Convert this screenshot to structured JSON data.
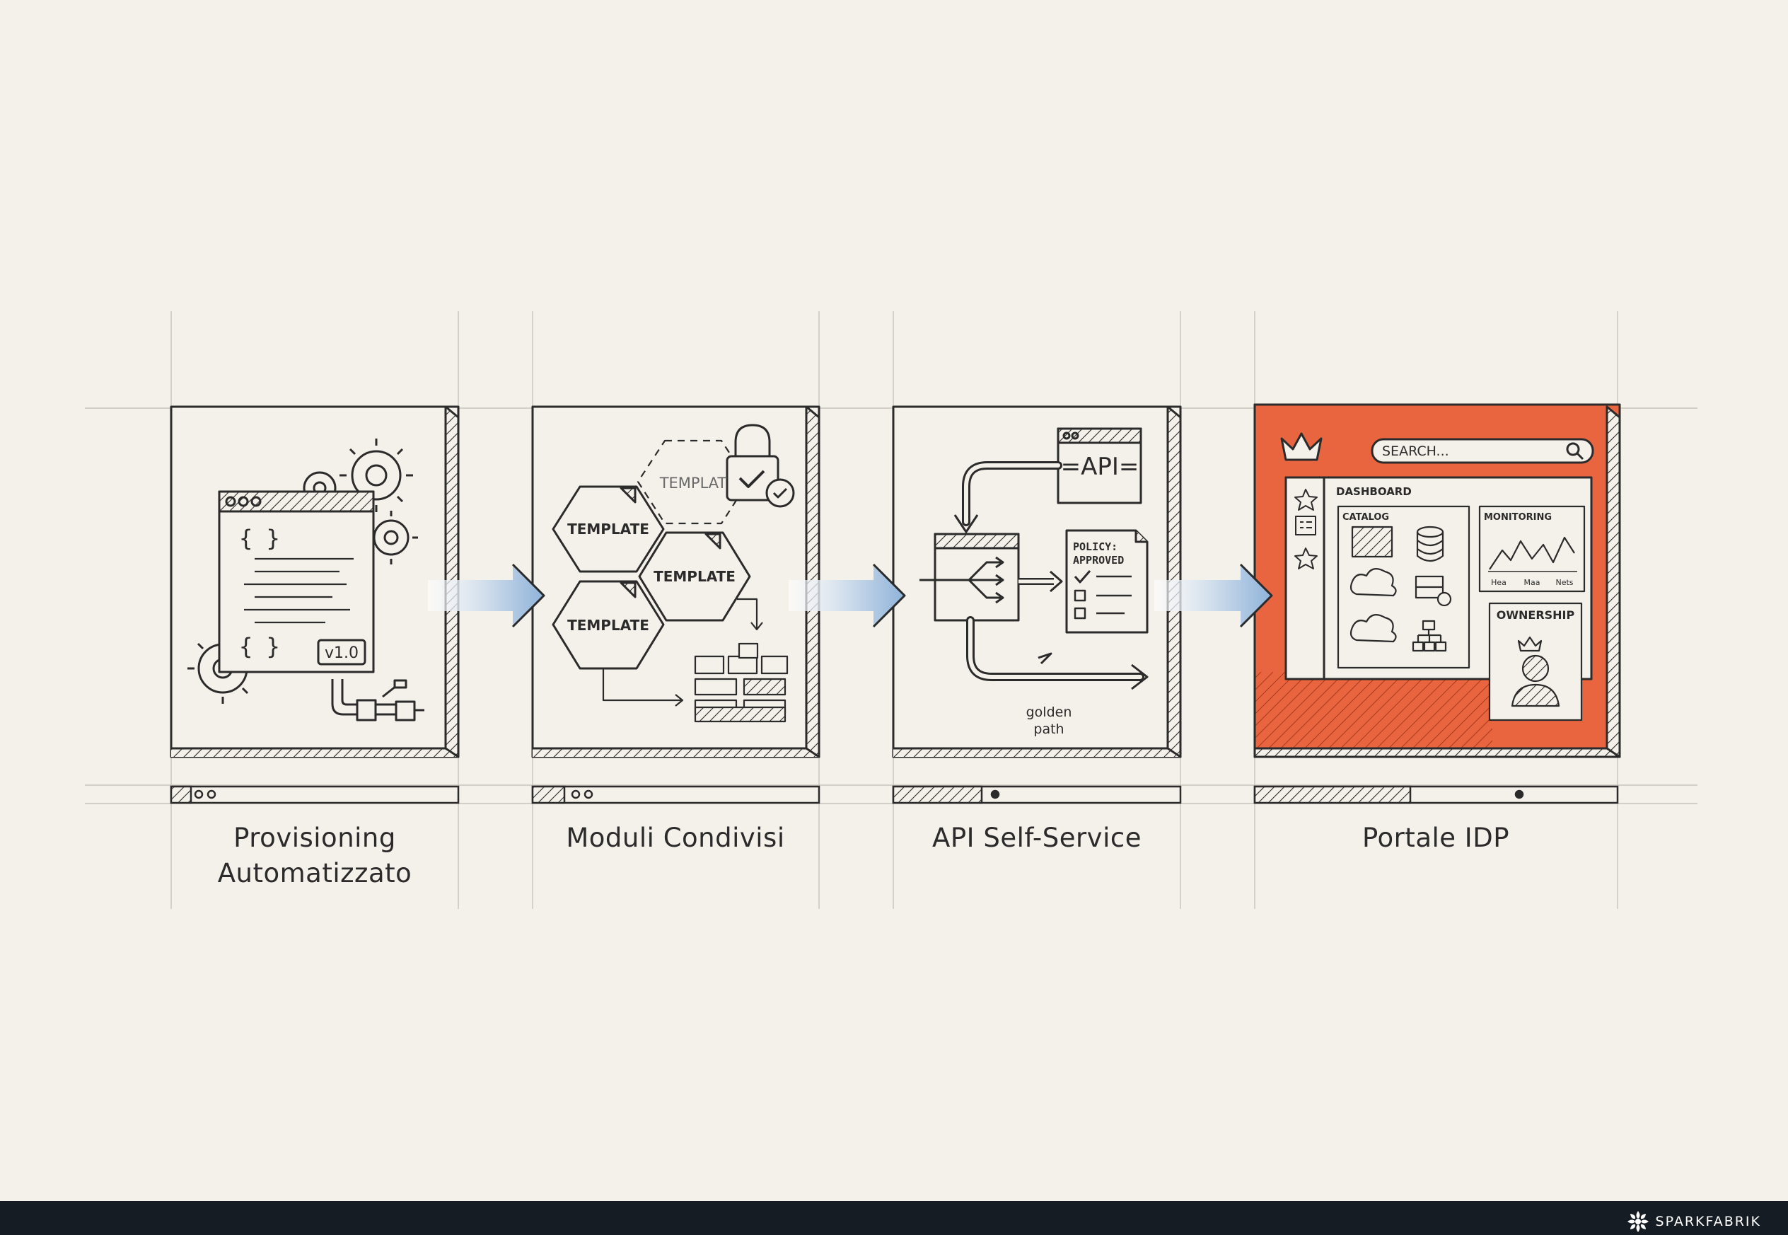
{
  "stages": [
    {
      "label_lines": [
        "Provisioning",
        "Automatizzato"
      ],
      "badge": "v1.0",
      "code_open": "{ }",
      "code_close": "{ }"
    },
    {
      "label_lines": [
        "Moduli Condivisi"
      ],
      "templates": [
        "TEMPLATE",
        "TEMPLATE",
        "TEMPLATE"
      ],
      "ghost_template": "TEMPLAT"
    },
    {
      "label_lines": [
        "API Self-Service"
      ],
      "api_text": "=API=",
      "policy_lines": [
        "POLICY:",
        "APPROVED"
      ],
      "path_lines": [
        "golden",
        "path"
      ]
    },
    {
      "label_lines": [
        "Portale IDP"
      ],
      "search_placeholder": "SEARCH...",
      "dashboard": "DASHBOARD",
      "catalog": "CATALOG",
      "monitoring": "MONITORING",
      "chart_ticks": [
        "Hea",
        "Maa",
        "Nets"
      ],
      "ownership": "OWNERSHIP"
    }
  ],
  "brand": "SPARKFABRIK",
  "colors": {
    "background": "#f4f1ea",
    "ink": "#2b2b2b",
    "accent": "#e8653f",
    "arrow_blue": "#9fbfdf",
    "footer": "#161c24"
  }
}
